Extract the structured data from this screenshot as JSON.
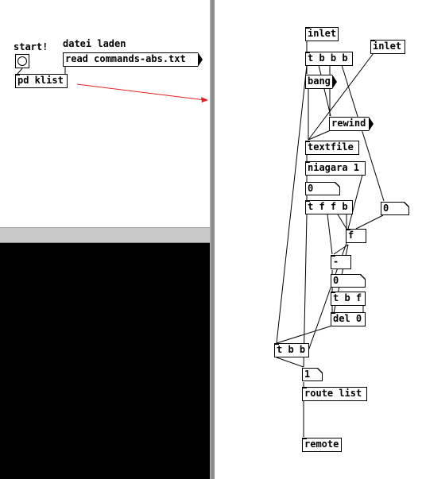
{
  "left_patch": {
    "start_label": "start!",
    "load_label": "datei laden",
    "read_message": "read commands-abs.txt",
    "klist_object": "pd klist"
  },
  "right_patch": {
    "inlet_1": "inlet",
    "inlet_2": "inlet",
    "tbbb": "t b b b",
    "bang_msg": "bang",
    "rewind_msg": "rewind",
    "textfile": "textfile",
    "niagara": "niagara 1",
    "num_a": "0",
    "tffb": "t f f b",
    "num_b": "0",
    "f_obj": "f",
    "minus": "-",
    "num_c": "0",
    "tbf": "t b f",
    "del": "del 0",
    "tbb": "t b b",
    "one_msg": "1",
    "route": "route list",
    "remote": "remote"
  },
  "colors": {
    "connector": "#e02020",
    "console": "#000000",
    "splitter": "#8e8e8e"
  }
}
